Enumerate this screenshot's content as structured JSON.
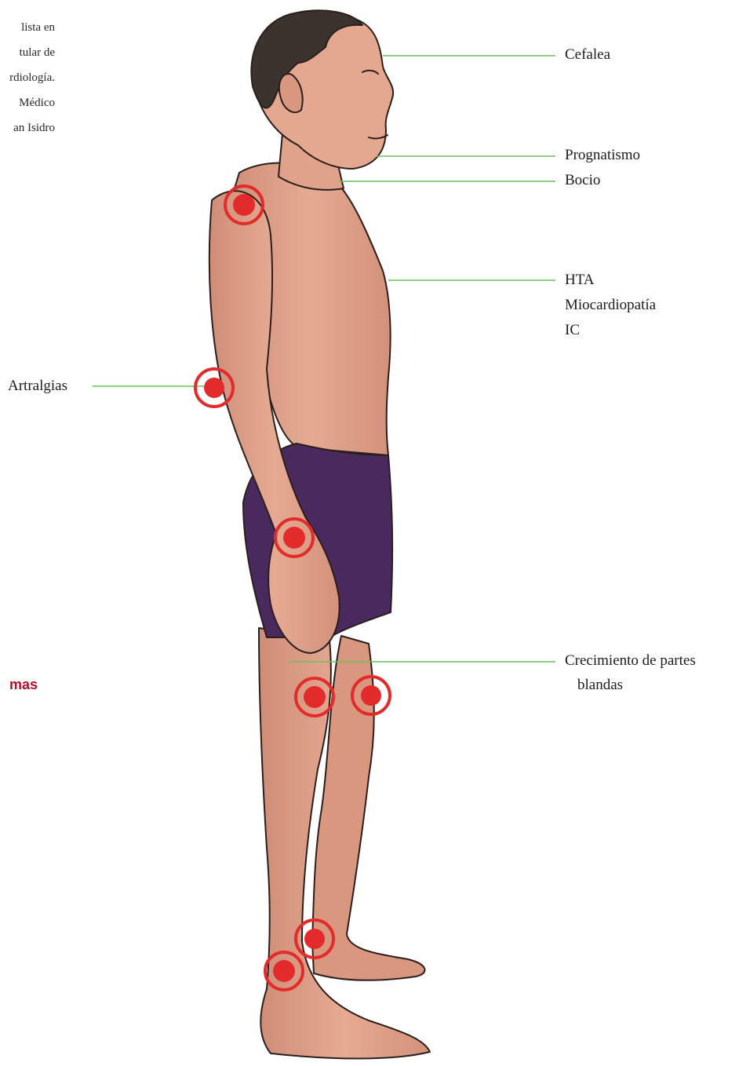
{
  "credit": {
    "lines": [
      "lista en",
      "tular de",
      "rdiología.",
      "Médico",
      "an Isidro"
    ]
  },
  "section_title": "mas",
  "labels": {
    "cefalea": "Cefalea",
    "prognatismo": "Prognatismo",
    "bocio": "Bocio",
    "hta": "HTA",
    "miocardiopatia": "Miocardiopatía",
    "ic": "IC",
    "artralgias": "Artralgias",
    "crecimiento_1": "Crecimiento de partes",
    "crecimiento_2": "blandas"
  },
  "colors": {
    "leader_line": "#6dbf5a",
    "marker": "#e32b2b",
    "skin": "#e1a38c",
    "shorts": "#4a2a5e",
    "hair": "#3b342e"
  }
}
